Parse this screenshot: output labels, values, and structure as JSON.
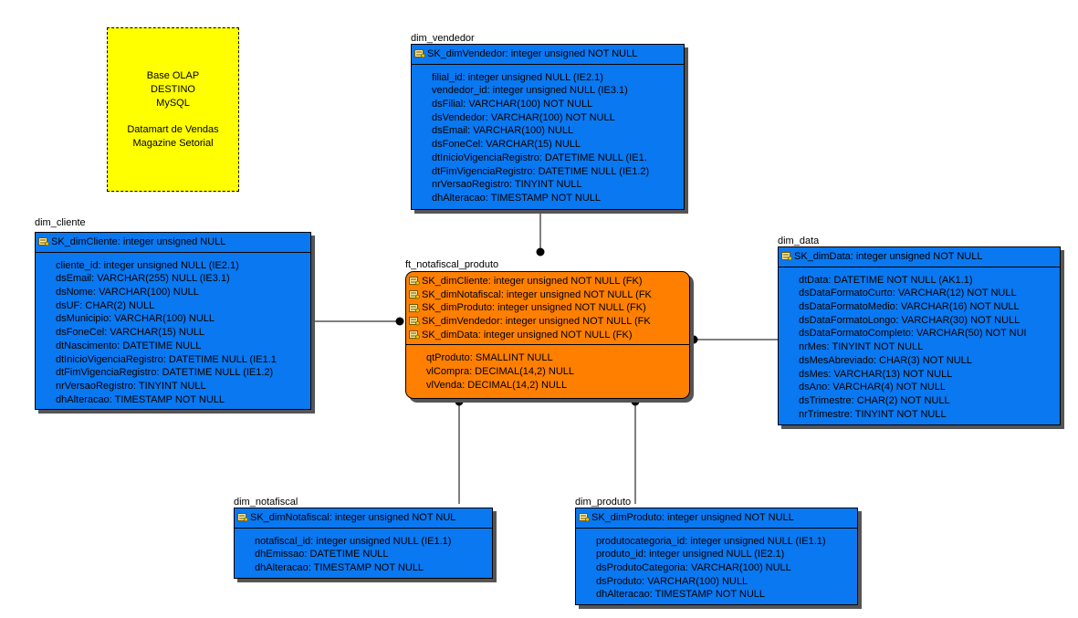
{
  "note": {
    "line1": "Base OLAP",
    "line2": "DESTINO",
    "line3": "MySQL",
    "line4": "Datamart de Vendas",
    "line5": "Magazine Setorial"
  },
  "colors": {
    "dimension": "#0a78f0",
    "fact": "#ff7f00",
    "note": "#ffff00",
    "key_icon": "key-icon"
  },
  "dim_vendedor": {
    "name": "dim_vendedor",
    "pk": [
      "SK_dimVendedor: integer unsigned NOT NULL"
    ],
    "attrs": [
      "filial_id: integer unsigned NULL (IE2.1)",
      "vendedor_id: integer unsigned NULL (IE3.1)",
      "dsFilial: VARCHAR(100) NOT NULL",
      "dsVendedor: VARCHAR(100) NOT NULL",
      "dsEmail: VARCHAR(100) NULL",
      "dsFoneCel: VARCHAR(15) NULL",
      "dtInicioVigenciaRegistro: DATETIME NULL (IE1.",
      "dtFimVigenciaRegistro: DATETIME NULL (IE1.2)",
      "nrVersaoRegistro: TINYINT NULL",
      "dhAlteracao: TIMESTAMP NOT NULL"
    ]
  },
  "dim_cliente": {
    "name": "dim_cliente",
    "pk": [
      "SK_dimCliente: integer unsigned NULL"
    ],
    "attrs": [
      "cliente_id: integer unsigned NULL (IE2.1)",
      "dsEmail: VARCHAR(255) NULL (IE3.1)",
      "dsNome: VARCHAR(100) NULL",
      "dsUF: CHAR(2) NULL",
      "dsMunicipio: VARCHAR(100) NULL",
      "dsFoneCel: VARCHAR(15) NULL",
      "dtNascimento: DATETIME NULL",
      "dtInicioVigenciaRegistro: DATETIME NULL (IE1.1",
      "dtFimVigenciaRegistro: DATETIME NULL (IE1.2)",
      "nrVersaoRegistro: TINYINT NULL",
      "dhAlteracao: TIMESTAMP NOT NULL"
    ]
  },
  "ft_notafiscal_produto": {
    "name": "ft_notafiscal_produto",
    "pk": [
      "SK_dimCliente: integer unsigned NOT NULL (FK)",
      "SK_dimNotafiscal: integer unsigned NOT NULL (FK",
      "SK_dimProduto: integer unsigned NOT NULL (FK)",
      "SK_dimVendedor: integer unsigned NOT NULL (FK",
      "SK_dimData: integer unsigned NOT NULL (FK)"
    ],
    "attrs": [
      "qtProduto: SMALLINT NULL",
      "vlCompra: DECIMAL(14,2) NULL",
      "vlVenda: DECIMAL(14,2) NULL"
    ]
  },
  "dim_data": {
    "name": "dim_data",
    "pk": [
      "SK_dimData: integer unsigned NOT NULL"
    ],
    "attrs": [
      "dtData: DATETIME NOT NULL (AK1.1)",
      "dsDataFormatoCurto: VARCHAR(12) NOT NULL",
      "dsDataFormatoMedio: VARCHAR(16) NOT NULL",
      "dsDataFormatoLongo: VARCHAR(30) NOT NULL",
      "dsDataFormatoCompleto: VARCHAR(50) NOT NUI",
      "nrMes: TINYINT NOT NULL",
      "dsMesAbreviado: CHAR(3) NOT NULL",
      "dsMes: VARCHAR(13) NOT NULL",
      "dsAno: VARCHAR(4) NOT NULL",
      "dsTrimestre: CHAR(2) NOT NULL",
      "nrTrimestre: TINYINT NOT NULL"
    ]
  },
  "dim_notafiscal": {
    "name": "dim_notafiscal",
    "pk": [
      "SK_dimNotafiscal: integer unsigned NOT NUL"
    ],
    "attrs": [
      "notafiscal_id: integer unsigned NULL (IE1.1)",
      "dhEmissao: DATETIME NULL",
      "dhAlteracao: TIMESTAMP NOT NULL"
    ]
  },
  "dim_produto": {
    "name": "dim_produto",
    "pk": [
      "SK_dimProduto: integer unsigned NOT NULL"
    ],
    "attrs": [
      "produtocategoria_id: integer unsigned NULL (IE1.1)",
      "produto_id: integer unsigned NULL (IE2.1)",
      "dsProdutoCategoria: VARCHAR(100) NULL",
      "dsProduto: VARCHAR(100) NULL",
      "dhAlteracao: TIMESTAMP NOT NULL"
    ]
  }
}
